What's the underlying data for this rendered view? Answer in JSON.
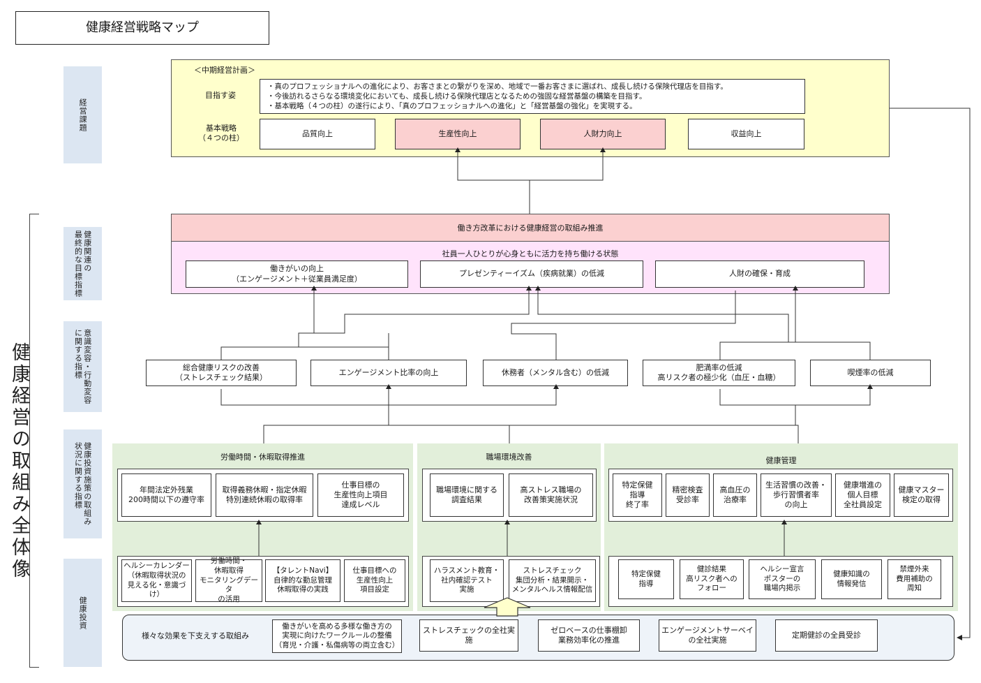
{
  "title": "健康経営戦略マップ",
  "side_title": "健康経営の取組み全体像",
  "row_labels": {
    "management": "経営課題",
    "final_goals": "健康関連の\n最終的な目標指標",
    "awareness": "意識変容・行動変容\nに関する指標",
    "investment_status": "健康投資施策の取組み\n状況に関する指標",
    "investment": "健康投資"
  },
  "mid_plan": {
    "header": "＜中期経営計画＞",
    "aim_label": "目指す姿",
    "aim_lines": "・真のプロフェッショナルへの進化により、お客さまとの繋がりを深め、地域で一番お客さまに選ばれ、成長し続ける保険代理店を目指す。\n・今後訪れるさらなる環境変化においても、成長し続ける保険代理店となるための強固な経営基盤の構築を目指す。\n・基本戦略（４つの柱）の遂行により、「真のプロフェッショナルへの進化」と「経営基盤の強化」を実現する。",
    "strategy_label": "基本戦略\n（４つの柱）",
    "pillars": [
      "品質向上",
      "生産性向上",
      "人財力向上",
      "収益向上"
    ]
  },
  "final_goals": {
    "header": "働き方改革における健康経営の取組み推進",
    "state": "社員一人ひとりが心身ともに活力を持ち働ける状態",
    "items": [
      "働きがいの向上\n（エンゲージメント＋従業員満足度）",
      "プレゼンティーイズム（疾病就業）の低減",
      "人財の確保・育成"
    ]
  },
  "awareness_items": [
    "総合健康リスクの改善\n（ストレスチェック結果）",
    "エンゲージメント比率の向上",
    "休務者（メンタル含む）の低減",
    "肥満率の低減\n高リスク者の極少化（血圧・血糖）",
    "喫煙率の低減"
  ],
  "groups": {
    "labor": {
      "title": "労働時間・休暇取得推進",
      "metrics": [
        "年間法定外残業\n200時間以下の遵守率",
        "取得義務休暇・指定休暇\n特別連続休暇の取得率",
        "仕事目標の\n生産性向上項目\n達成レベル"
      ],
      "investments": [
        "ヘルシーカレンダー\n（休暇取得状況の\n見える化・意識づ\nけ）",
        "労働時間・\n休暇取得\nモニタリングデータ\nの活用",
        "【タレントNavi】\n自律的な勤怠管理\n休暇取得の実践",
        "仕事目標への\n生産性向上\n項目設定"
      ]
    },
    "workplace": {
      "title": "職場環境改善",
      "metrics": [
        "職場環境に関する\n調査結果",
        "高ストレス職場の\n改善策実施状況"
      ],
      "investments": [
        "ハラスメント教育・\n社内確認テスト\n実施",
        "ストレスチェック\n集団分析・結果開示・\nメンタルヘルス情報配信"
      ]
    },
    "health": {
      "title": "健康管理",
      "metrics": [
        "特定保健\n指導\n終了率",
        "精密検査\n受診率",
        "高血圧の\n治療率",
        "生活習慣の改善・\n歩行習慣者率\nの向上",
        "健康増進の\n個人目標\n全社員設定",
        "健康マスター\n検定の取得"
      ],
      "investments": [
        "特定保健\n指導",
        "健診結果\n高リスク者への\nフォロー",
        "ヘルシー宣言\nポスターの\n職場内掲示",
        "健康知識の\n情報発信",
        "禁煙外来\n費用補助の\n周知"
      ]
    }
  },
  "foundation": {
    "label": "様々な効果を下支えする取組み",
    "items": [
      "働きがいを高める多様な働き方の\n実現に向けたワークルールの整備\n（育児・介護・私傷病等の両立含む）",
      "ストレスチェックの全社実施",
      "ゼロベースの仕事棚卸\n業務効率化の推進",
      "エンゲージメントサーベイ\nの全社実施",
      "定期健診の全員受診"
    ]
  },
  "colors": {
    "yellow_panel": "#ffffcc",
    "pink_header": "#fbd0d0",
    "pink_panel": "#ffe3fb",
    "green_panel": "#e2efda",
    "label_blue": "#dce6f2",
    "bottom_bar": "#eef3f9"
  }
}
